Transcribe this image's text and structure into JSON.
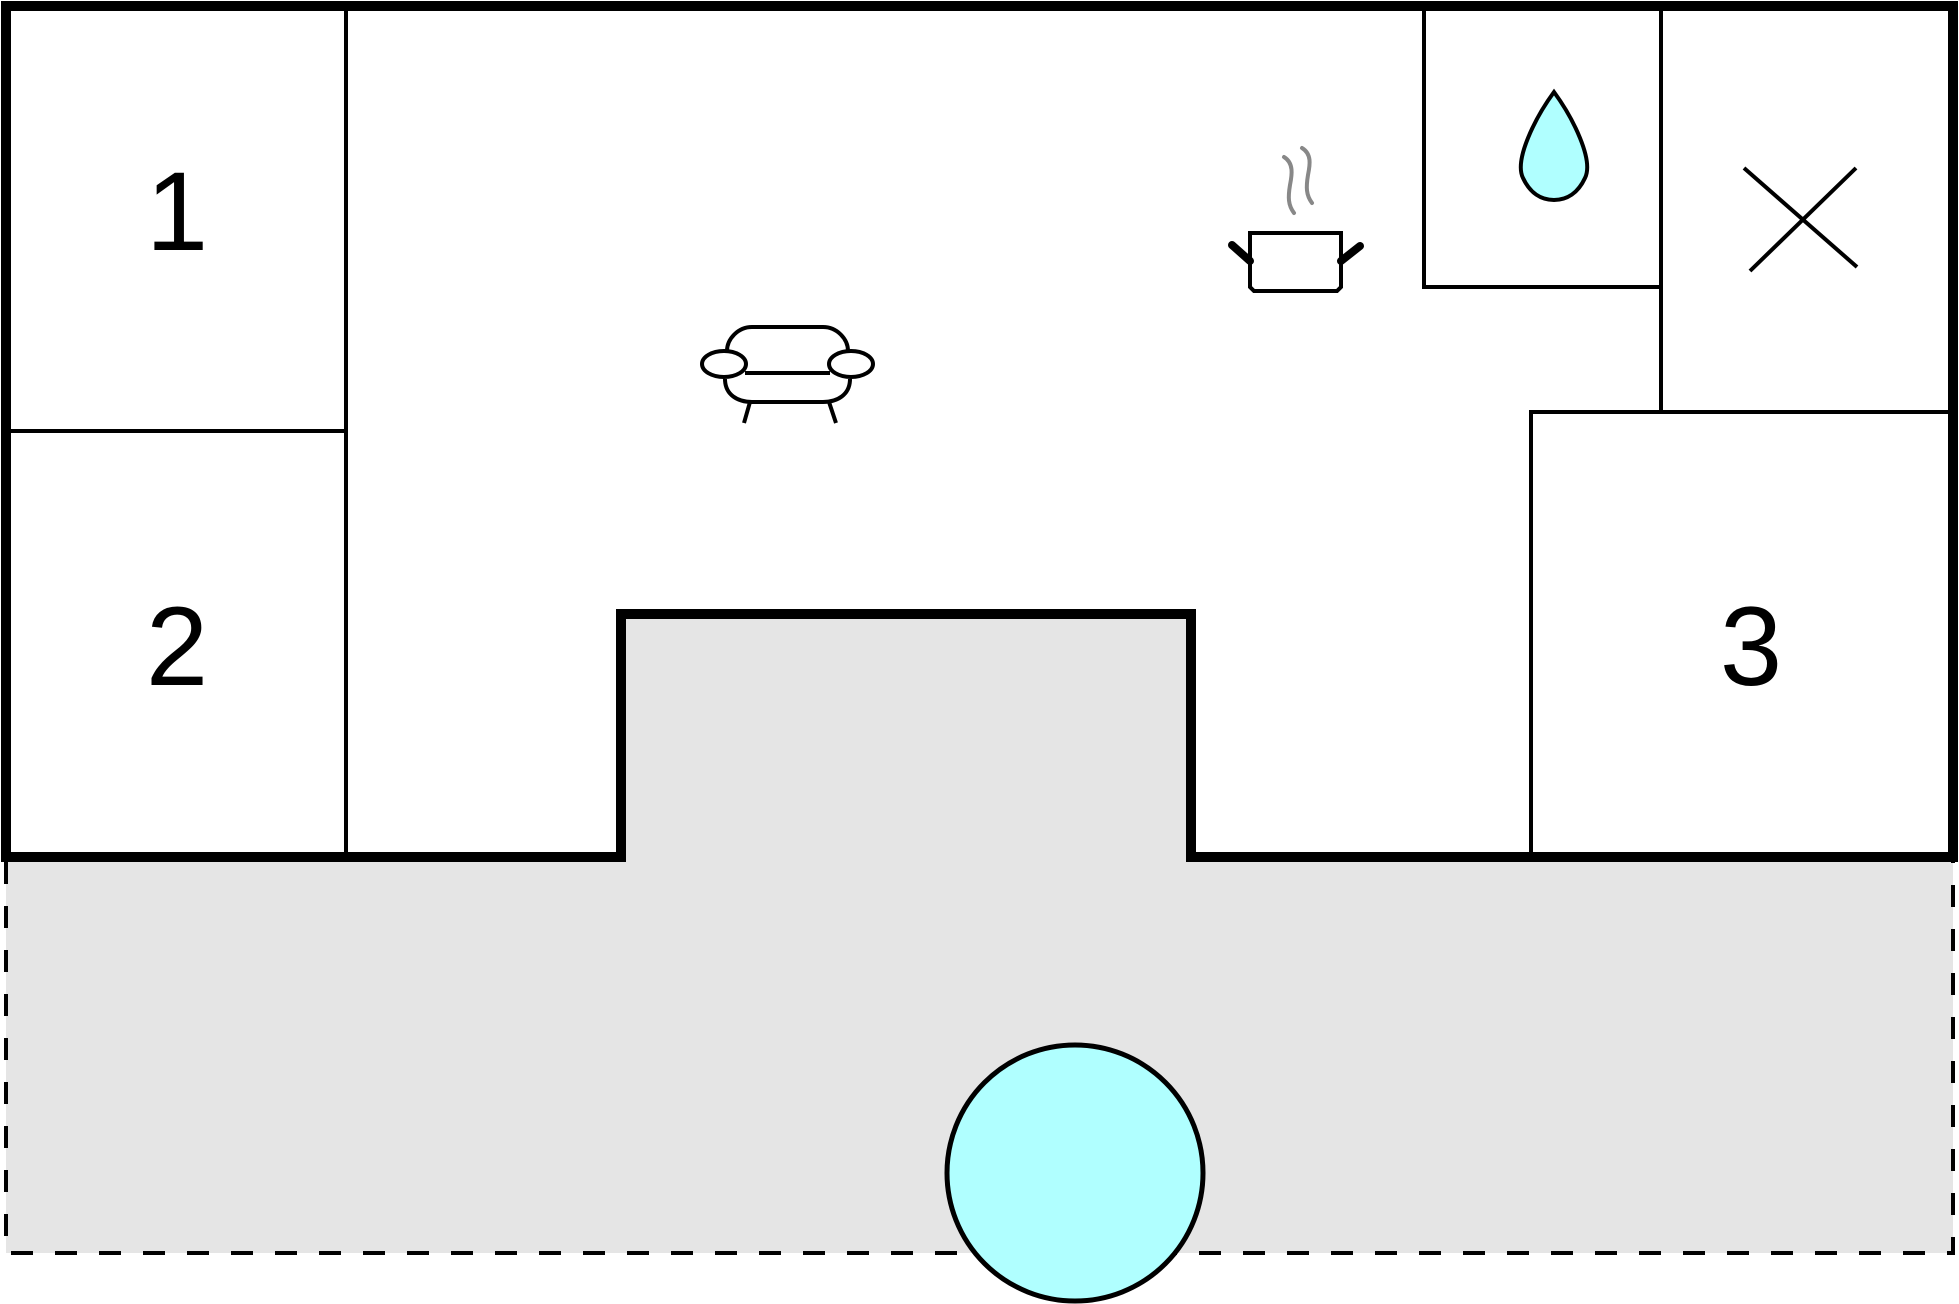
{
  "title": "Floor plan",
  "colors": {
    "wall": "#000000",
    "terrace": "#e5e5e5",
    "water": "#b0ffff",
    "steam": "#888888",
    "background": "#ffffff"
  },
  "rooms": [
    {
      "id": "bedroom-1",
      "label": "1"
    },
    {
      "id": "bedroom-2",
      "label": "2"
    },
    {
      "id": "bedroom-3",
      "label": "3"
    }
  ],
  "icons": {
    "living": "sofa-icon",
    "kitchen": "cooking-pot-icon",
    "bathroom": "water-drop-icon",
    "wc": "cross-icon"
  },
  "outdoor": {
    "terrace": "terrace",
    "pool": "pool"
  }
}
